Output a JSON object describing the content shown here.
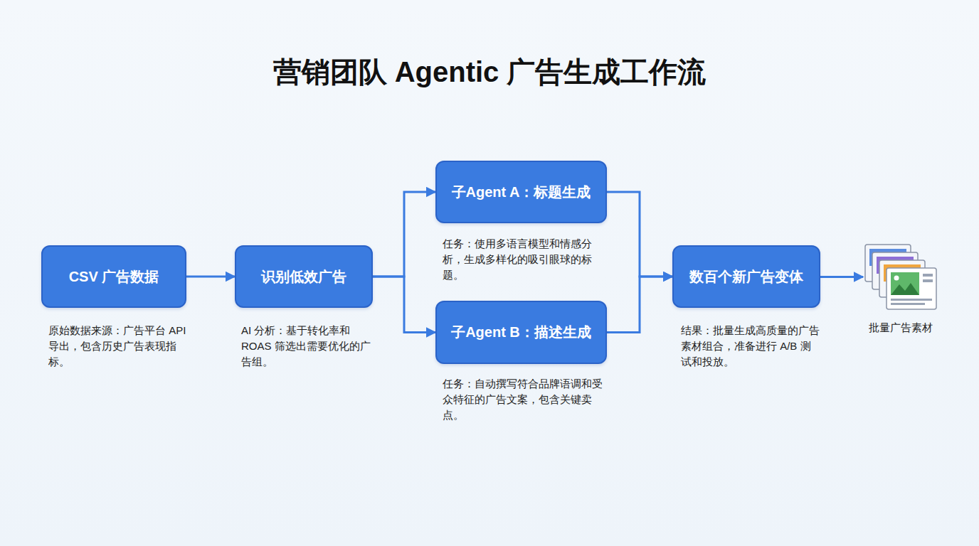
{
  "diagram": {
    "title": "营销团队 Agentic 广告生成工作流",
    "nodes": [
      {
        "text": [
          "CSV 广告数据",
          "原始数据来源：广告平台 API 导出，包含历史广告表现指标。"
        ]
      },
      {
        "text": [
          "识别低效广告",
          "AI 分析：基于转化率和 ROAS 筛选出需要优化的广告组。"
        ]
      },
      {
        "text": [
          "子Agent A：标题生成",
          "任务：使用多语言模型和情感分析，生成多样化的吸引眼球的标题。"
        ]
      },
      {
        "text": [
          "子Agent B：描述生成",
          "任务：自动撰写符合品牌语调和受众特征的广告文案，包含关键卖点。"
        ]
      },
      {
        "text": [
          "数百个新广告变体",
          "结果：批量生成高质量的广告素材组合，准备进行 A/B 测试和投放。"
        ]
      },
      {
        "text": [
          "批量广告素材"
        ]
      }
    ],
    "edges": [
      {
        "from": 0,
        "to": 1,
        "arrow": "to"
      },
      {
        "from": 1,
        "to": 2,
        "arrow": "to"
      },
      {
        "from": 1,
        "to": 3,
        "arrow": "to"
      },
      {
        "from": 2,
        "to": 4,
        "arrow": "to"
      },
      {
        "from": 3,
        "to": 4,
        "arrow": "to"
      },
      {
        "from": 4,
        "to": 5,
        "arrow": "to"
      }
    ]
  }
}
